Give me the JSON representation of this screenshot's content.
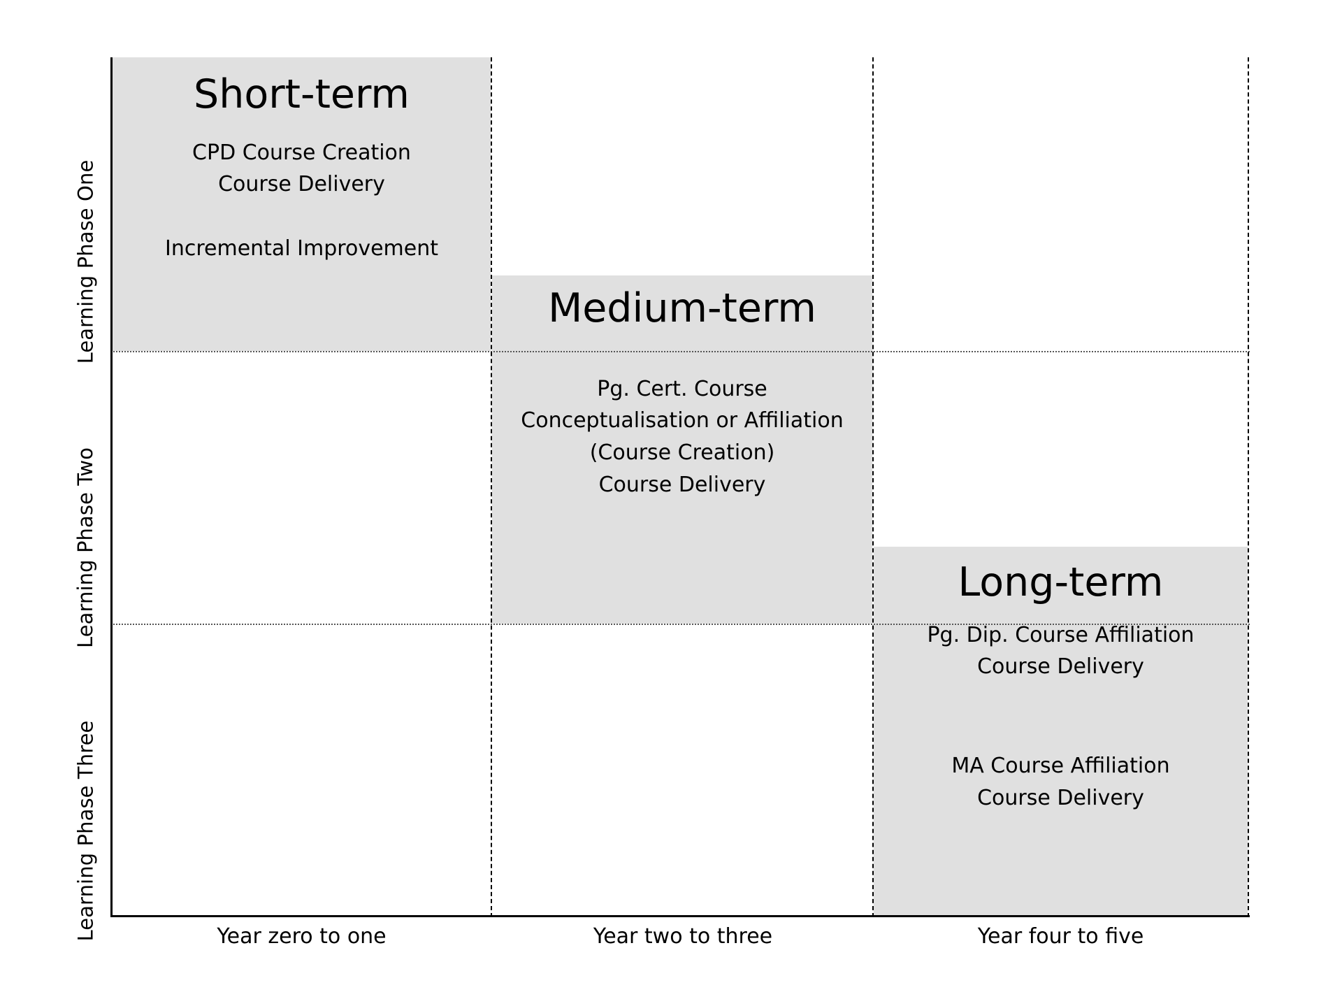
{
  "chart_data": {
    "type": "table",
    "title": "",
    "xlabel": "",
    "ylabel": "",
    "x_categories": [
      "Year zero to one",
      "Year two to three",
      "Year four to five"
    ],
    "y_categories": [
      "Learning Phase One",
      "Learning Phase Two",
      "Learning Phase Three"
    ],
    "grid": true,
    "legend": "none",
    "blocks": [
      {
        "name": "Short-term",
        "column": "Year zero to one",
        "row_span": [
          "Learning Phase One"
        ],
        "lines_group_1": [
          "CPD Course Creation",
          "Course Delivery"
        ],
        "lines_group_2": [
          "Incremental Improvement"
        ]
      },
      {
        "name": "Medium-term",
        "column": "Year two to three",
        "row_span": [
          "Learning Phase One",
          "Learning Phase Two"
        ],
        "lines_group_1": [
          "Pg. Cert. Course",
          "Conceptualisation or Affiliation",
          "(Course Creation)",
          "Course Delivery"
        ],
        "lines_group_2": []
      },
      {
        "name": "Long-term",
        "column": "Year four to five",
        "row_span": [
          "Learning Phase Two",
          "Learning Phase Three"
        ],
        "lines_group_1": [
          "Pg. Dip. Course Affiliation",
          "Course Delivery"
        ],
        "lines_group_2": [
          "MA Course Affiliation",
          "Course Delivery"
        ]
      }
    ],
    "colors": {
      "block_fill": "#e0e0e0",
      "axis": "#000000",
      "background": "#ffffff"
    }
  },
  "y_axis": {
    "labels": [
      "Learning Phase One",
      "Learning Phase Two",
      "Learning Phase Three"
    ]
  },
  "x_axis": {
    "labels": [
      "Year zero to one",
      "Year two to three",
      "Year four to five"
    ]
  },
  "short_term": {
    "title": "Short-term",
    "line_1": "CPD Course Creation",
    "line_2": "Course Delivery",
    "line_3": "Incremental Improvement"
  },
  "medium_term": {
    "title": "Medium-term",
    "line_1": "Pg. Cert. Course",
    "line_2": "Conceptualisation or Affiliation",
    "line_3": "(Course Creation)",
    "line_4": "Course Delivery"
  },
  "long_term": {
    "title": "Long-term",
    "line_1": "Pg. Dip. Course Affiliation",
    "line_2": "Course Delivery",
    "line_3": "MA Course Affiliation",
    "line_4": "Course Delivery"
  }
}
